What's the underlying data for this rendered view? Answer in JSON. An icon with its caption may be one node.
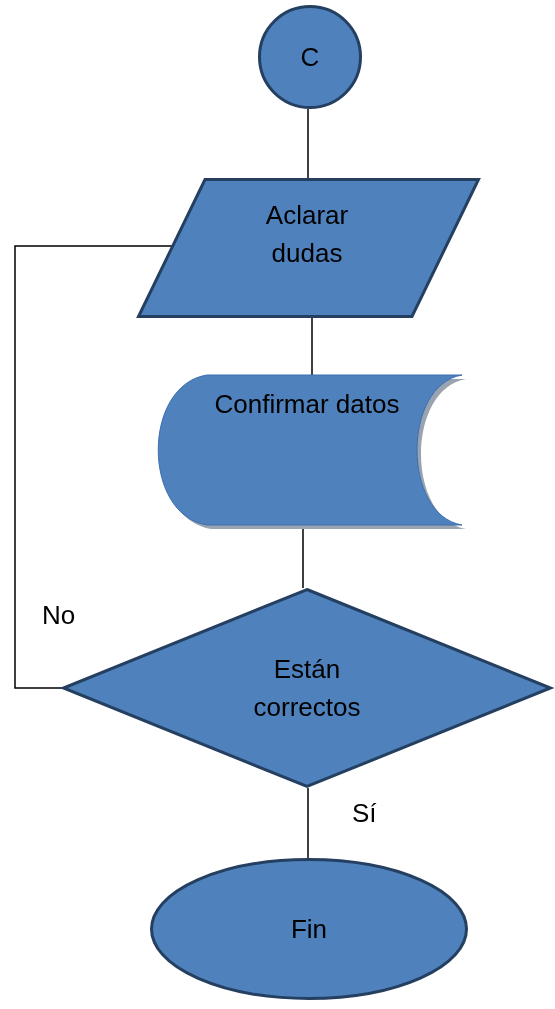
{
  "diagram": {
    "nodes": [
      {
        "text": [
          "C"
        ]
      },
      {
        "text": [
          "Aclarar dudas"
        ]
      },
      {
        "text": [
          "Confirmar datos"
        ]
      },
      {
        "text": [
          "Están correctos"
        ]
      },
      {
        "text": [
          "Fin"
        ]
      }
    ],
    "edges": [
      {
        "from": 0,
        "to": 1,
        "arrow": "none"
      },
      {
        "from": 1,
        "to": 2,
        "arrow": "none"
      },
      {
        "from": 2,
        "to": 3,
        "arrow": "none"
      },
      {
        "from": 3,
        "to": 1,
        "arrow": "none",
        "label": "No"
      },
      {
        "from": 3,
        "to": 4,
        "arrow": "none",
        "label": "Sí"
      }
    ]
  }
}
